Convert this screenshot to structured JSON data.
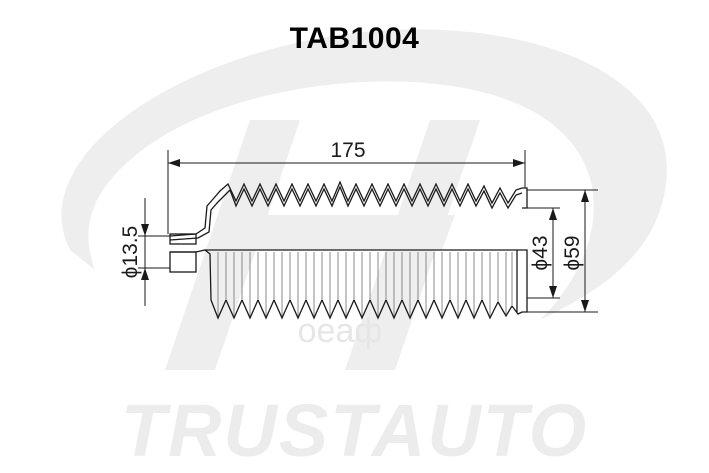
{
  "title": "TAB1004",
  "brand": "TRUSTAUTO",
  "watermark": "оеаф",
  "dimensions": {
    "length": "175",
    "inner_small_diameter": "ϕ13.5",
    "inner_large_diameter": "ϕ43",
    "outer_large_diameter": "ϕ59"
  },
  "colors": {
    "line": "#1a1a1a",
    "watermark": "#ececec",
    "rib": "#8a8a8a"
  }
}
